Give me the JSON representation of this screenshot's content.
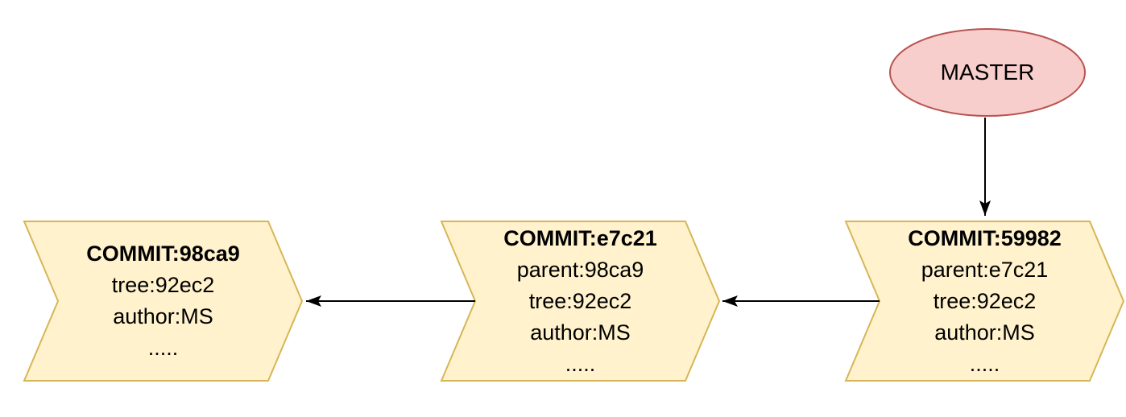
{
  "master": {
    "label": "MASTER",
    "fill": "#F8CECC",
    "stroke": "#B85450"
  },
  "commits": [
    {
      "title": "COMMIT:98ca9",
      "tree": "tree:92ec2",
      "author": "author:MS",
      "more": "....."
    },
    {
      "title": "COMMIT:e7c21",
      "parent": "parent:98ca9",
      "tree": "tree:92ec2",
      "author": "author:MS",
      "more": "....."
    },
    {
      "title": "COMMIT:59982",
      "parent": "parent:e7c21",
      "tree": "tree:92ec2",
      "author": "author:MS",
      "more": "....."
    }
  ],
  "colors": {
    "commit_fill": "#FFF2CC",
    "commit_stroke": "#D6B656",
    "arrow": "#000000",
    "text": "#000000",
    "background": "#FFFFFF"
  }
}
